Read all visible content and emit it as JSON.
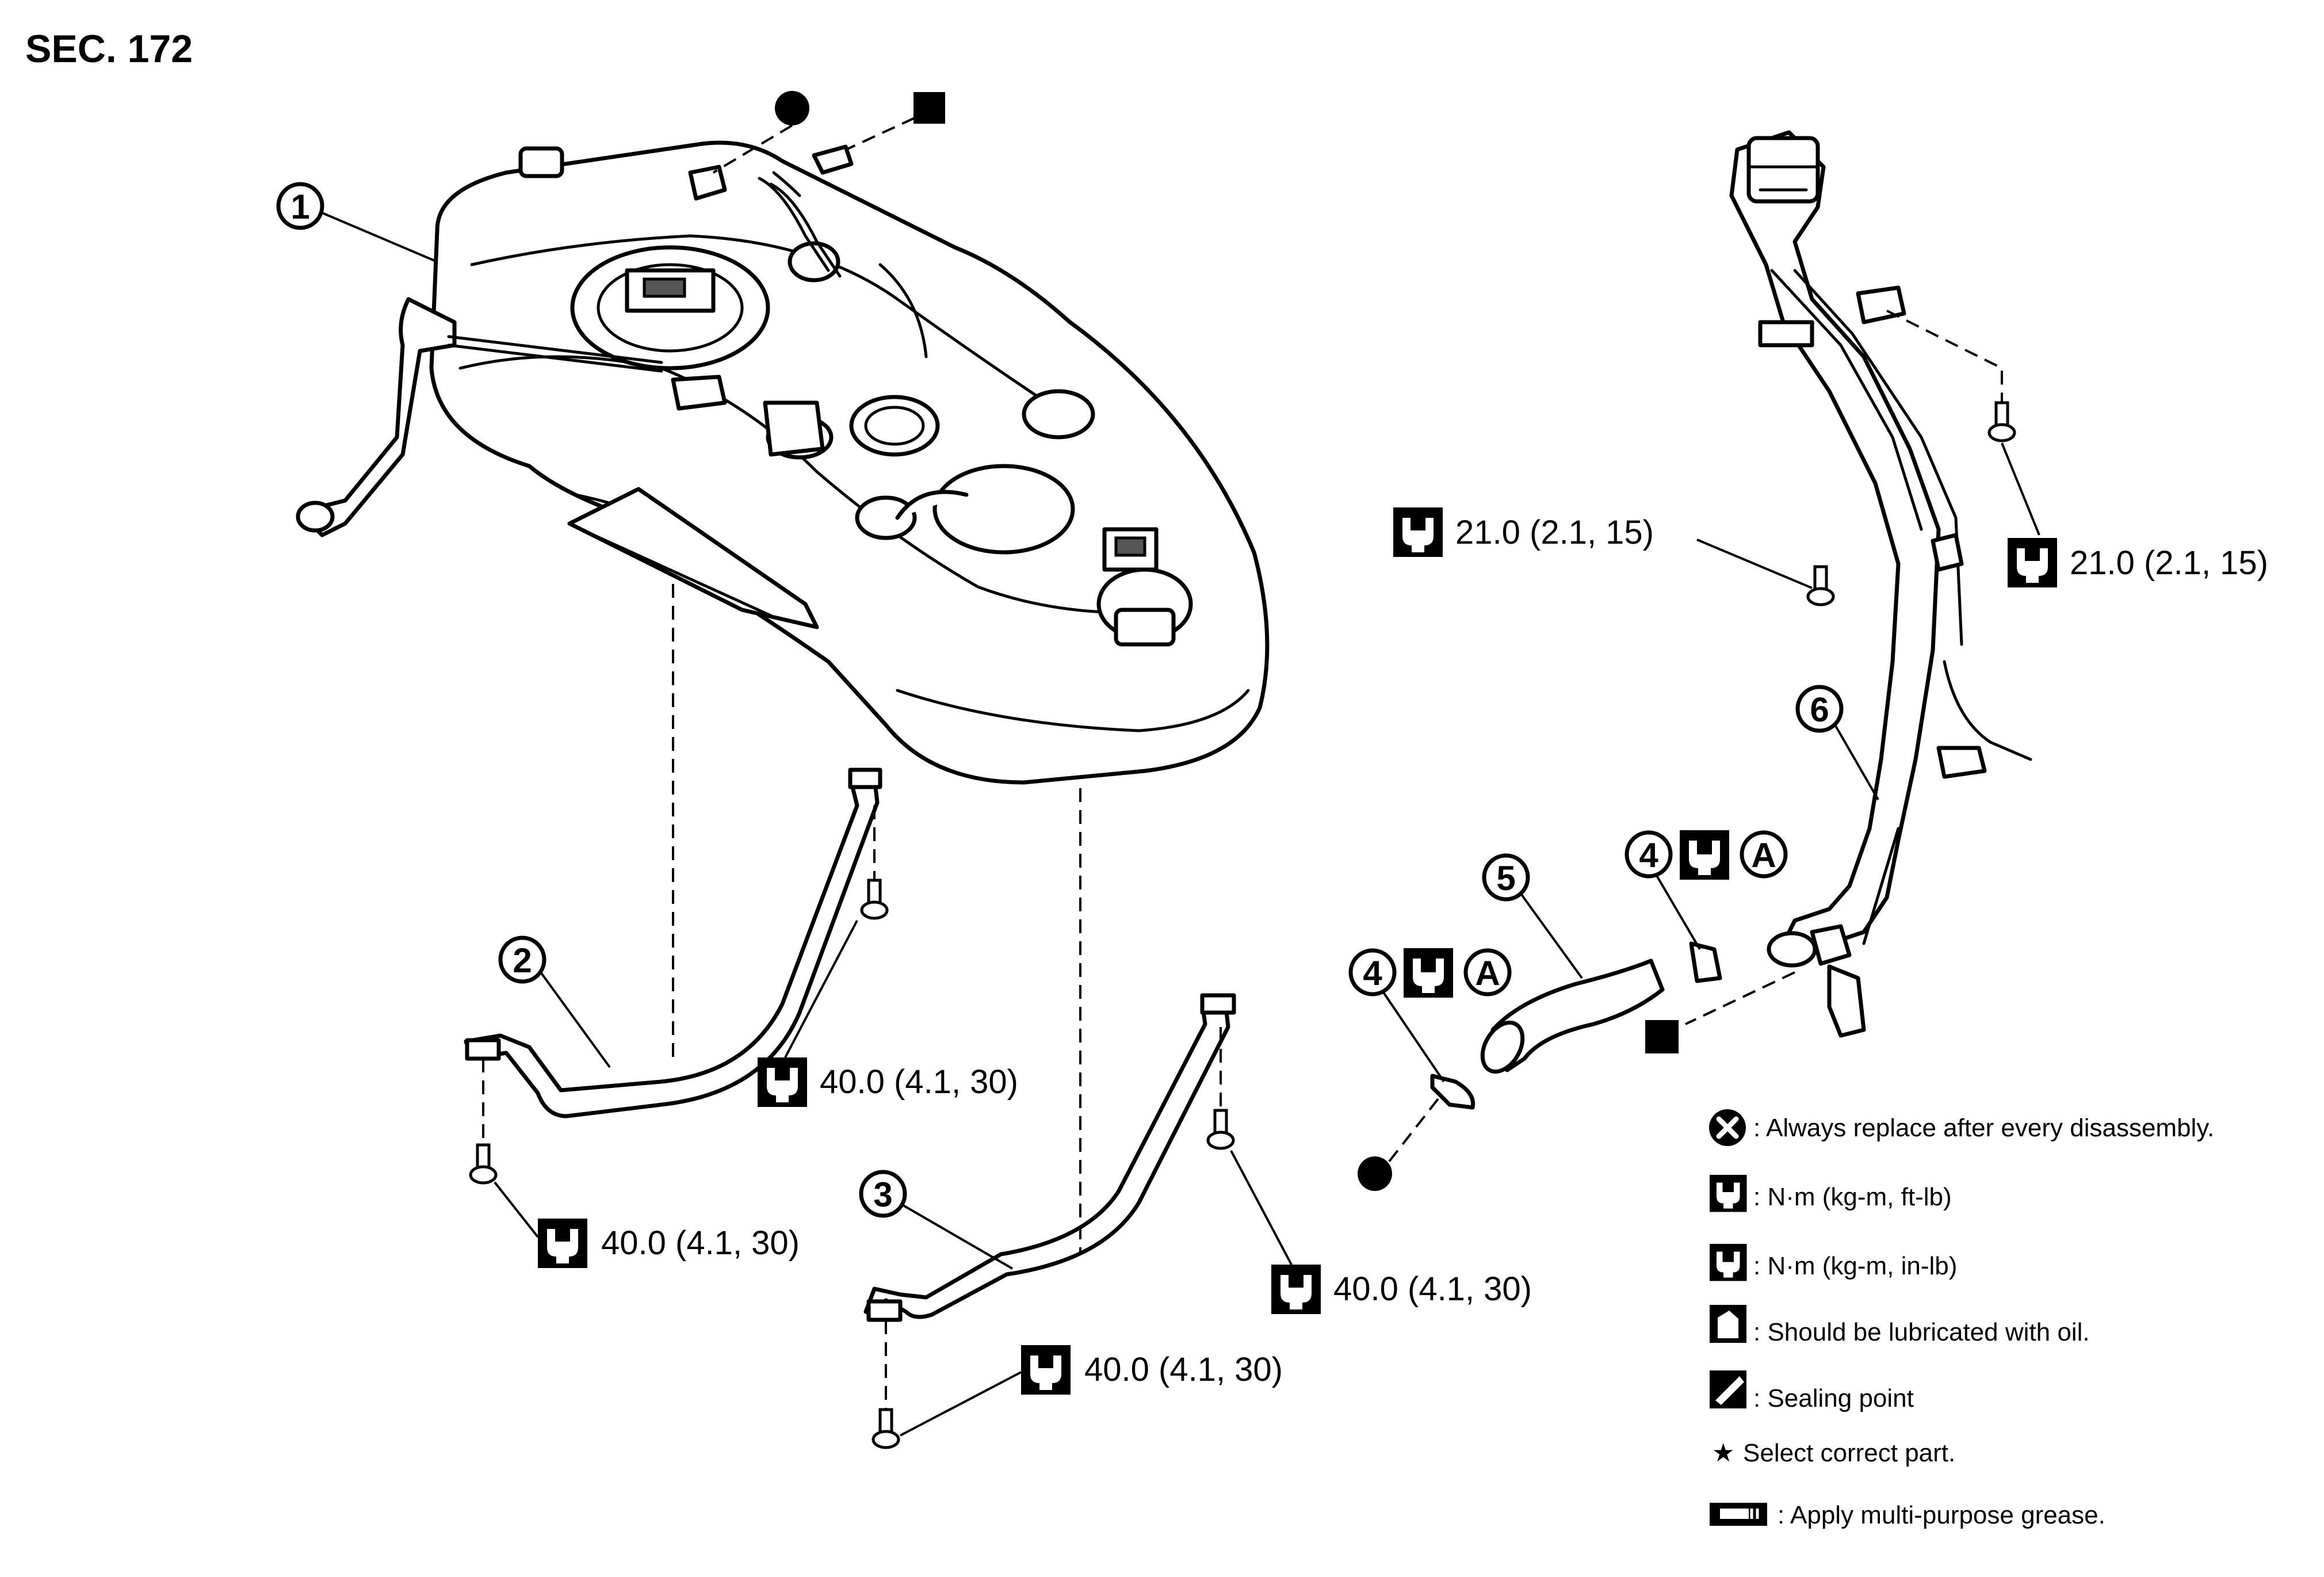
{
  "section": "SEC. 172",
  "callouts": {
    "c1": "1",
    "c2": "2",
    "c3": "3",
    "c4a": "4",
    "c4b": "4",
    "c5": "5",
    "c6": "6",
    "ca1": "A",
    "ca2": "A"
  },
  "torques": {
    "t1": "21.0 (2.1, 15)",
    "t2": "21.0 (2.1, 15)",
    "t3": "40.0 (4.1, 30)",
    "t4": "40.0 (4.1, 30)",
    "t5": "40.0 (4.1, 30)",
    "t6": "40.0 (4.1, 30)"
  },
  "legend": {
    "replace": ": Always replace after every disassembly.",
    "nm_ftlb": ": N·m (kg-m, ft-lb)",
    "nm_inlb": ": N·m (kg-m, in-lb)",
    "oil": ": Should be lubricated with oil.",
    "sealing": ": Sealing point",
    "star_glyph": "★",
    "select": "Select correct part.",
    "grease": ": Apply multi-purpose grease."
  },
  "icons": {
    "torque": "torque-wrench-icon",
    "torque_inlb": "torque-wrench-filled-icon",
    "replace": "x-circle-icon",
    "oil": "oil-can-icon",
    "sealing": "sealing-icon",
    "grease": "grease-gun-icon",
    "connector_circle": "black-circle-marker-icon",
    "connector_square": "black-square-marker-icon"
  }
}
